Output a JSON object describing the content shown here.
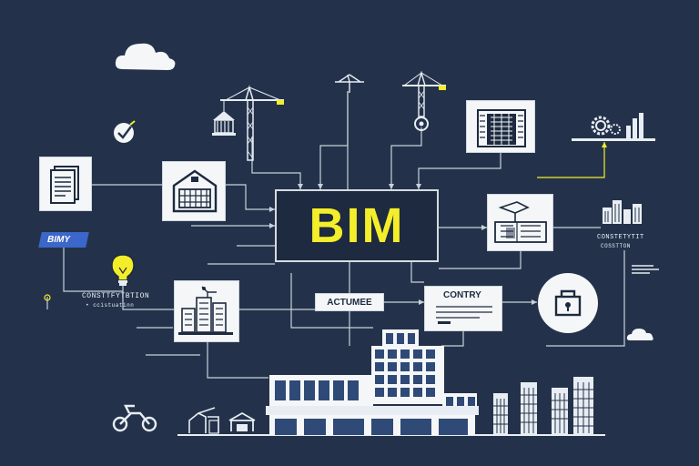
{
  "center": {
    "label": "BIM"
  },
  "tags": {
    "bimy": "BIMY",
    "activity": "ACTUMEE",
    "country": "CONTRY"
  },
  "labels": {
    "left_title": "CONSTTFYTBTION",
    "left_sub": "• ccistuatinn",
    "right_title": "CONSTETYTIT",
    "right_sub": "COSSTTON"
  },
  "colors": {
    "background": "#23324a",
    "accent": "#f4ee2a",
    "line": "#c9d1db",
    "card": "#f4f6f8",
    "tag_blue": "#3a67c9"
  }
}
